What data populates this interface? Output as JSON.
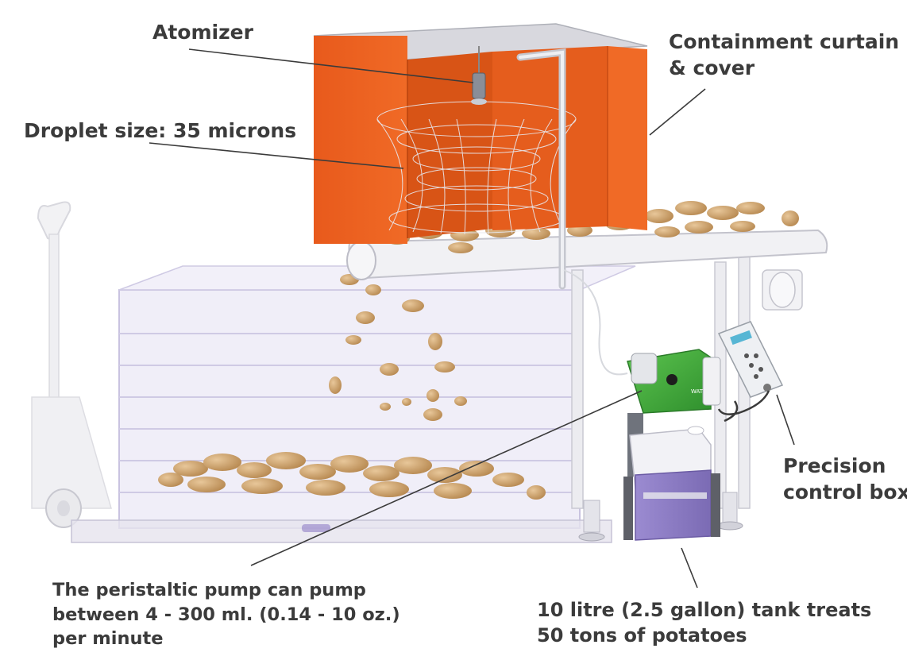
{
  "labels": {
    "atomizer": "Atomizer",
    "containment": {
      "line1": "Containment curtain",
      "line2": "& cover"
    },
    "droplet": "Droplet size: 35 microns",
    "control": {
      "line1": "Precision",
      "line2": "control box"
    },
    "pump": {
      "line1": "The peristaltic pump can pump",
      "line2": "between 4 - 300 ml. (0.14 - 10 oz.)",
      "line3": "per minute"
    },
    "tank": {
      "line1": "10 litre (2.5 gallon) tank treats",
      "line2": "50 tons of potatoes"
    }
  },
  "colors": {
    "curtain": "#e85a1c",
    "curtain_dark": "#c8470f",
    "pump_body": "#3fae3c",
    "tank_purple": "#8f7fc6",
    "potato": "#c9a06a",
    "label_text": "#3b3b3b",
    "leader_line": "#3b3b3b"
  },
  "icons": [
    "pallet-jack-icon",
    "atomizer-nozzle-icon",
    "conveyor-belt-icon",
    "peristaltic-pump-icon",
    "control-box-icon",
    "liquid-tank-icon"
  ]
}
